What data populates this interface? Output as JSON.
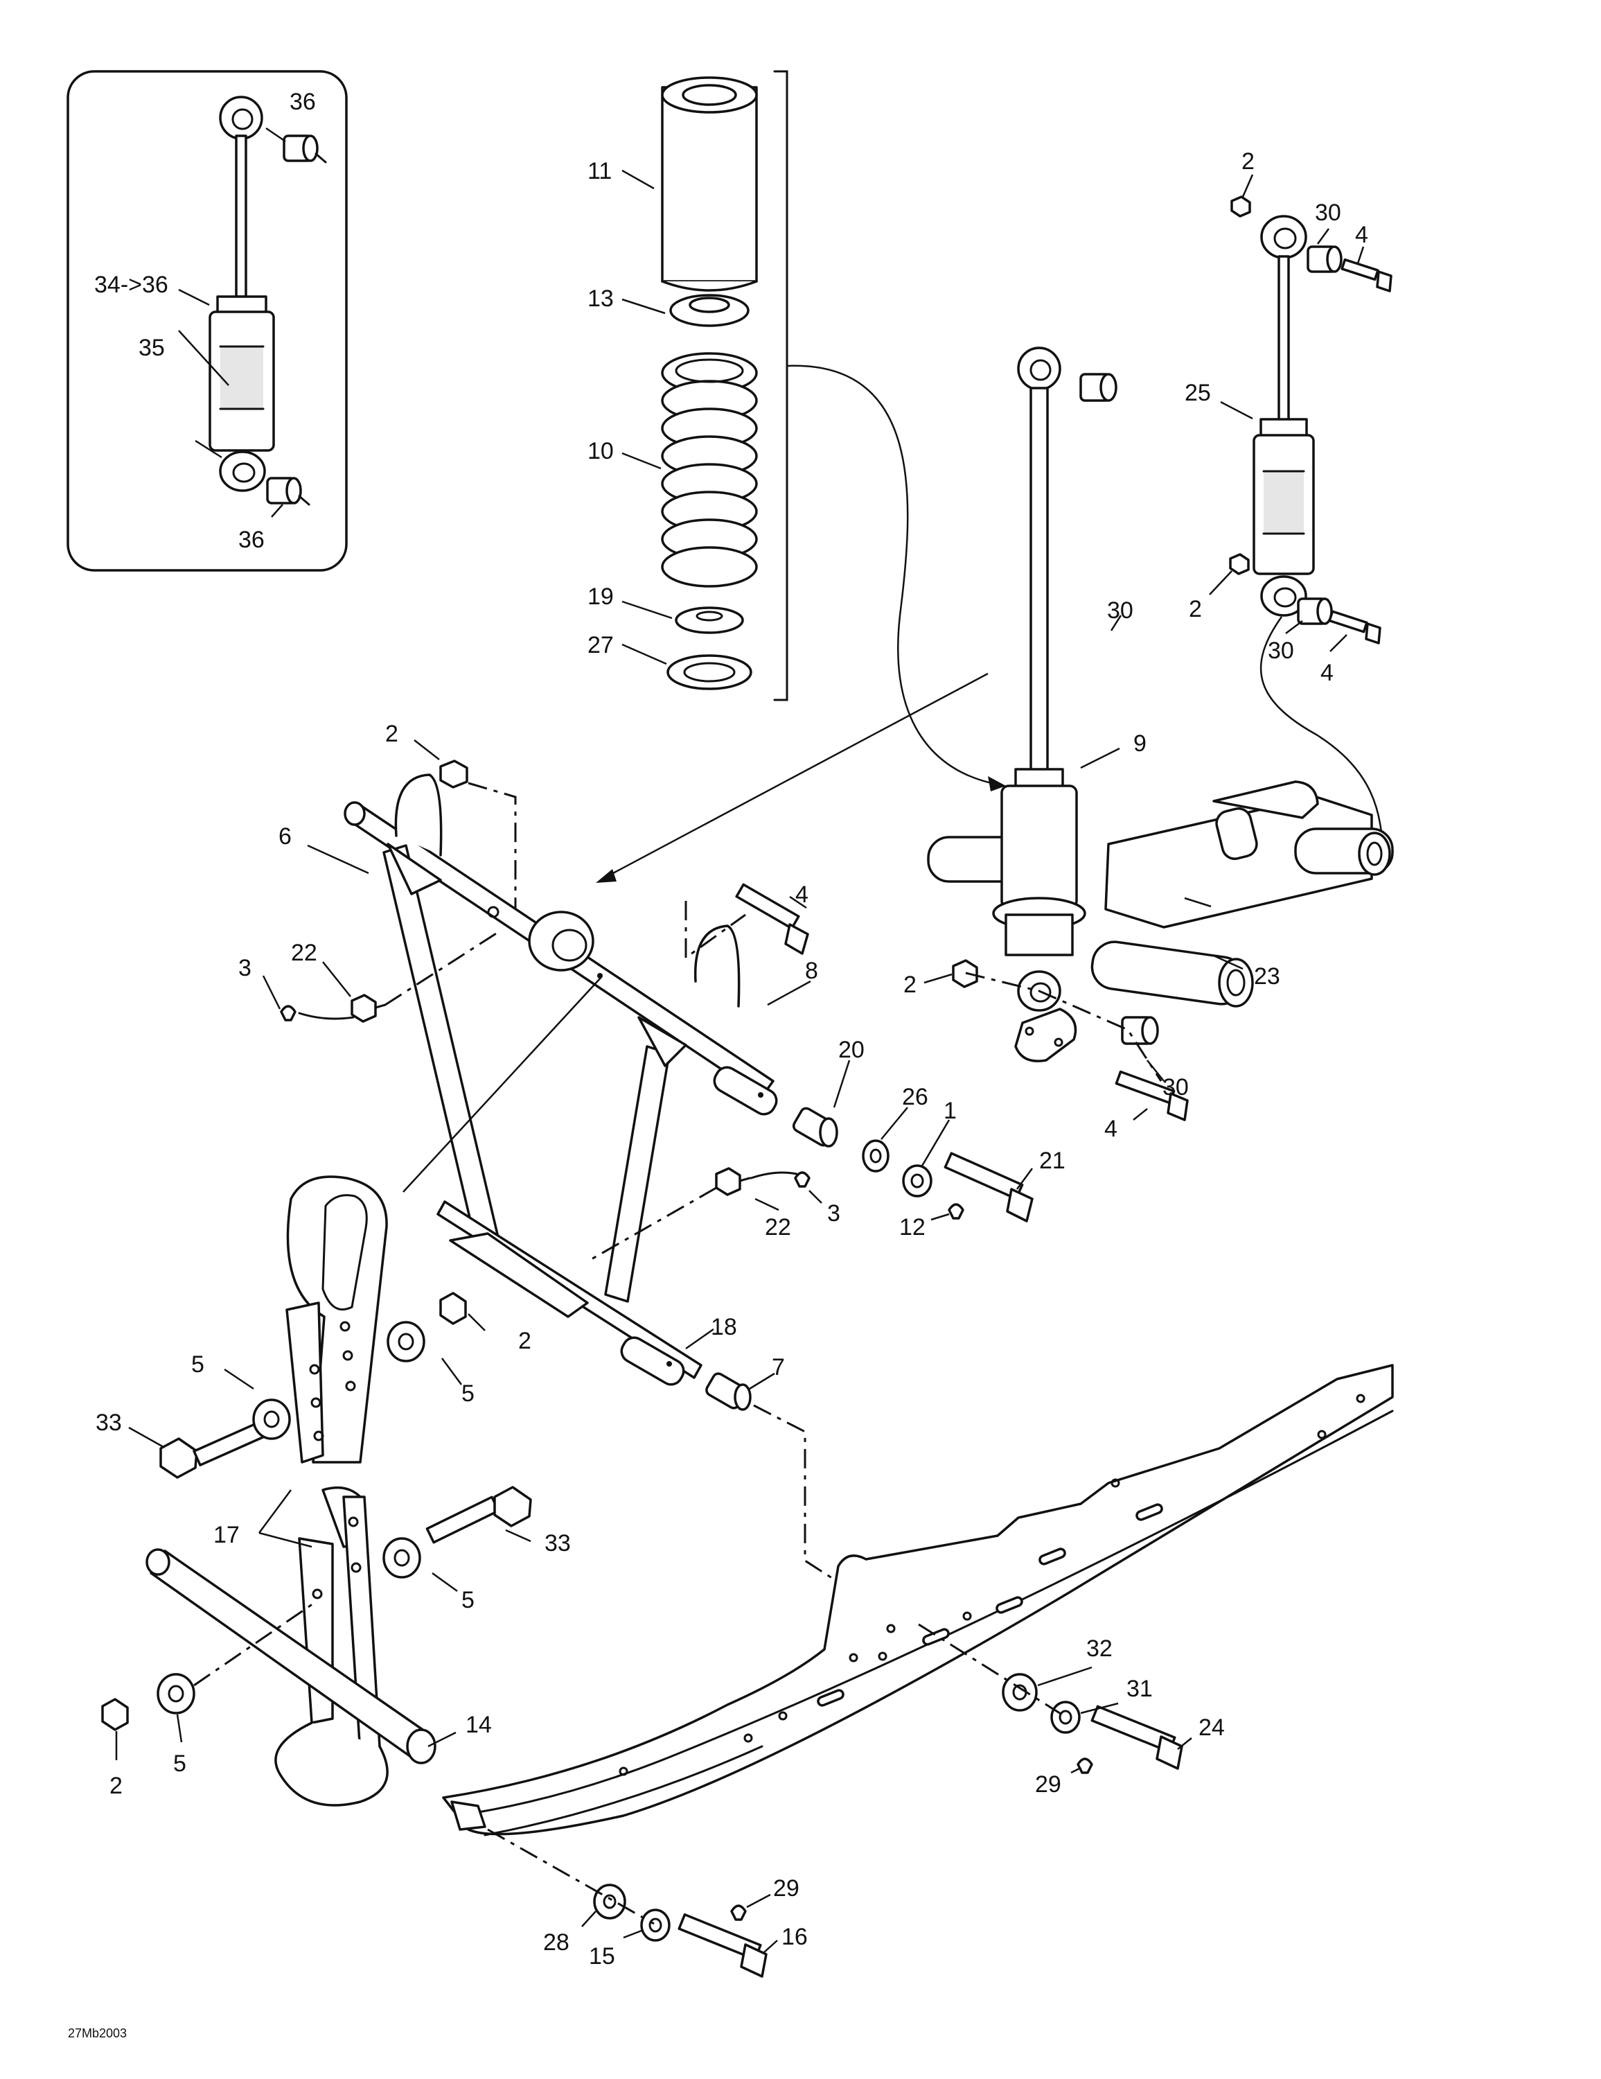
{
  "diagram": {
    "ref_code": "27Mb2003",
    "callouts": {
      "c1": "1",
      "c2": "2",
      "c3": "3",
      "c4": "4",
      "c5": "5",
      "c6": "6",
      "c7": "7",
      "c8": "8",
      "c9": "9",
      "c10": "10",
      "c11": "11",
      "c12": "12",
      "c13": "13",
      "c14": "14",
      "c15": "15",
      "c16": "16",
      "c17": "17",
      "c18": "18",
      "c19": "19",
      "c20": "20",
      "c21": "21",
      "c22": "22",
      "c23": "23",
      "c24": "24",
      "c25": "25",
      "c26": "26",
      "c27": "27",
      "c28": "28",
      "c29": "29",
      "c30": "30",
      "c31": "31",
      "c32": "32",
      "c33": "33",
      "c35": "35",
      "c36": "36",
      "c34to36": "34->36"
    }
  }
}
